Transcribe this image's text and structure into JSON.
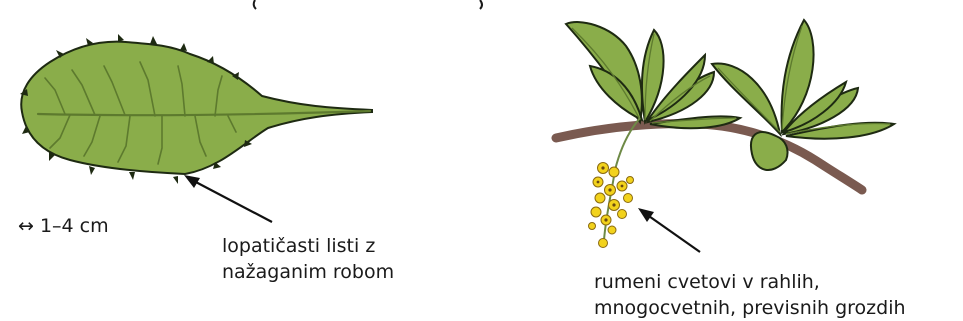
{
  "labels": {
    "size": "↔ 1–4 cm",
    "leaf_line1": "lopatičasti listi z",
    "leaf_line2": "nažaganim robom",
    "flower_line1": "rumeni cvetovi v rahlih,",
    "flower_line2": "mnogocvetnih, previsnih grozdih"
  },
  "colors": {
    "leaf_fill": "#8aad4a",
    "leaf_stroke": "#1e2a12",
    "branch": "#7a5a50",
    "flower": "#f2d21c",
    "flower_center": "#6b4a10",
    "text": "#1a1a1a"
  }
}
